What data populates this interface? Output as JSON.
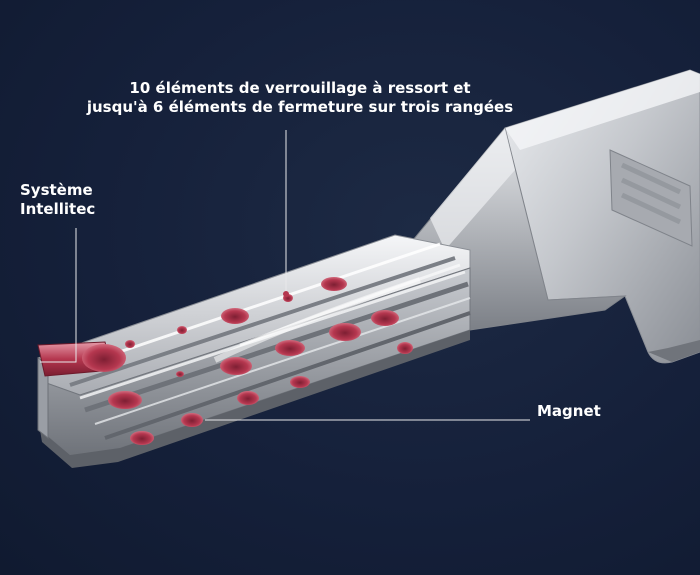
{
  "callouts": {
    "locking_elements": {
      "line1": "10 éléments de verrouillage à ressort et",
      "line2": "jusqu'à 6 éléments de fermeture sur trois rangées"
    },
    "intellitec": {
      "line1": "Système",
      "line2": "Intellitec"
    },
    "magnet": {
      "text": "Magnet"
    }
  },
  "colors": {
    "background": "#15203a",
    "key_metal": "#b9bcc2",
    "key_highlight": "#f2f3f5",
    "key_shadow": "#6e7279",
    "dimple": "#b5374f",
    "callout_line": "#e8e8ea"
  }
}
